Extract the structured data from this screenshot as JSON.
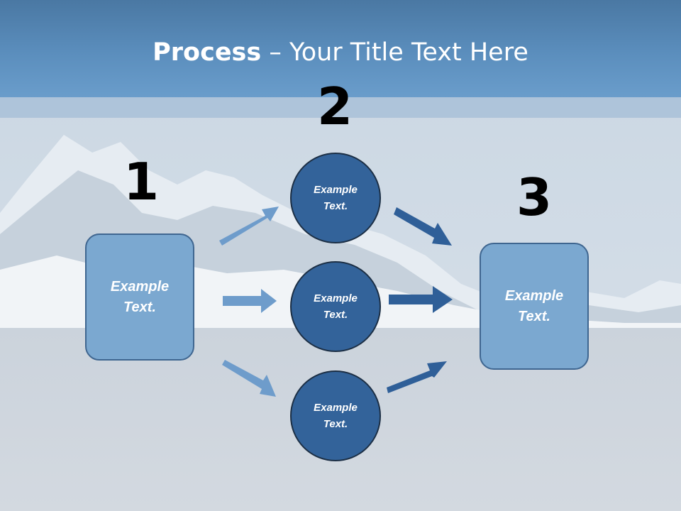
{
  "title": {
    "bold": "Process",
    "rest": " – Your Title Text Here"
  },
  "steps": {
    "one": "1",
    "two": "2",
    "three": "3"
  },
  "left_box": {
    "line1": "Example",
    "line2": "Text."
  },
  "circles": [
    {
      "line1": "Example",
      "line2": "Text."
    },
    {
      "line1": "Example",
      "line2": "Text."
    },
    {
      "line1": "Example",
      "line2": "Text."
    }
  ],
  "right_box": {
    "line1": "Example",
    "line2": "Text."
  },
  "colors": {
    "header": "#5b8ebd",
    "box": "#7ba8d0",
    "circle": "#33639a",
    "arrow_light": "#6e9ccb",
    "arrow_dark": "#2f5f98"
  }
}
